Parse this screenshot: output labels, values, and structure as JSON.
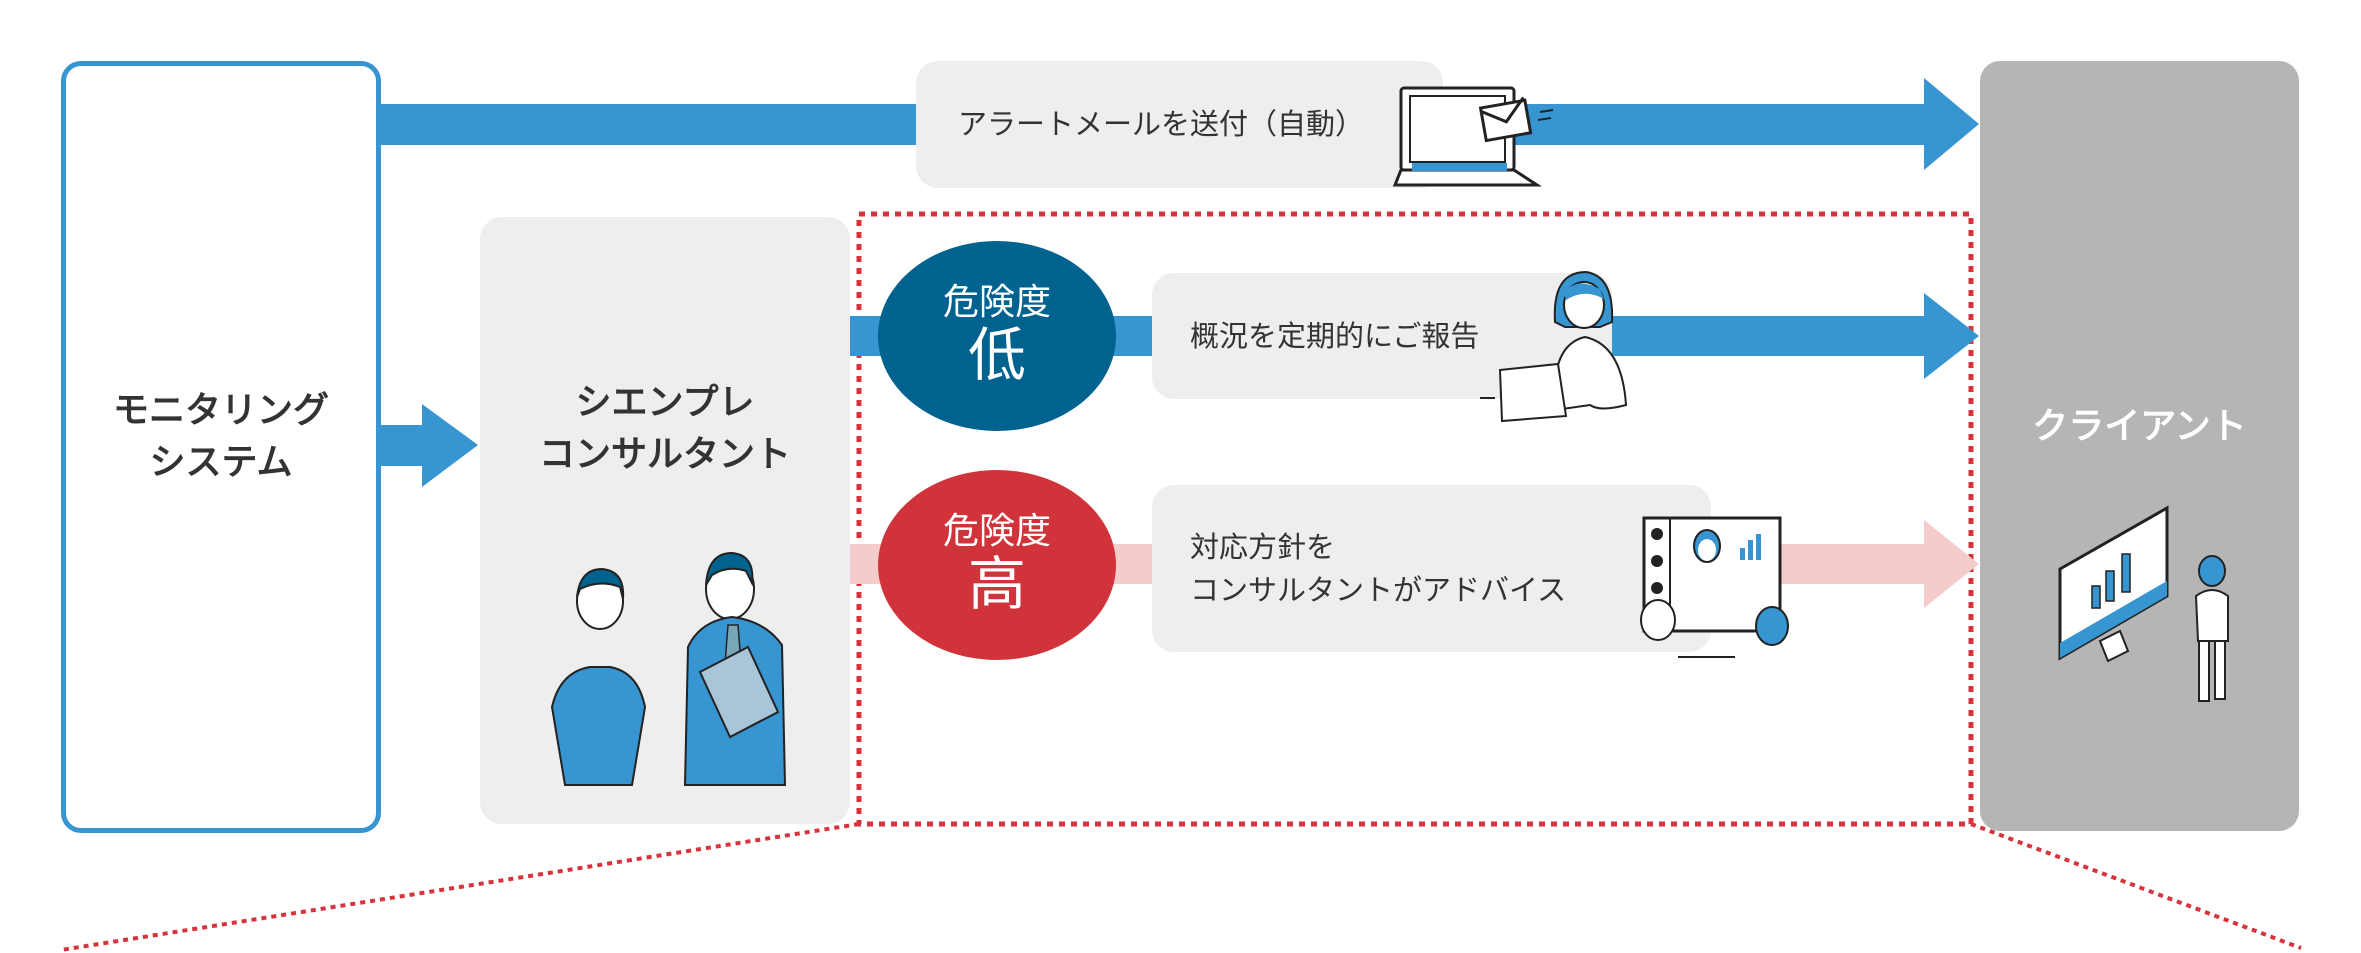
{
  "monitoring": {
    "line1": "モニタリング",
    "line2": "システム"
  },
  "consultant": {
    "line1": "シエンプレ",
    "line2": "コンサルタント"
  },
  "client": {
    "label": "クライアント"
  },
  "alert": {
    "text": "アラートメールを送付（自動）"
  },
  "low": {
    "label": "危険度",
    "level": "低",
    "action": "概況を定期的にご報告"
  },
  "high": {
    "label": "危険度",
    "level": "高",
    "action_line1": "対応方針を",
    "action_line2": "コンサルタントがアドバイス"
  },
  "colors": {
    "blue": "#3795d2",
    "navy": "#00628f",
    "red": "#d0343a",
    "pink": "#f4cccc",
    "gray_box": "#eeeeee",
    "client_box": "#b5b5b5",
    "dotted": "#d8323a"
  }
}
